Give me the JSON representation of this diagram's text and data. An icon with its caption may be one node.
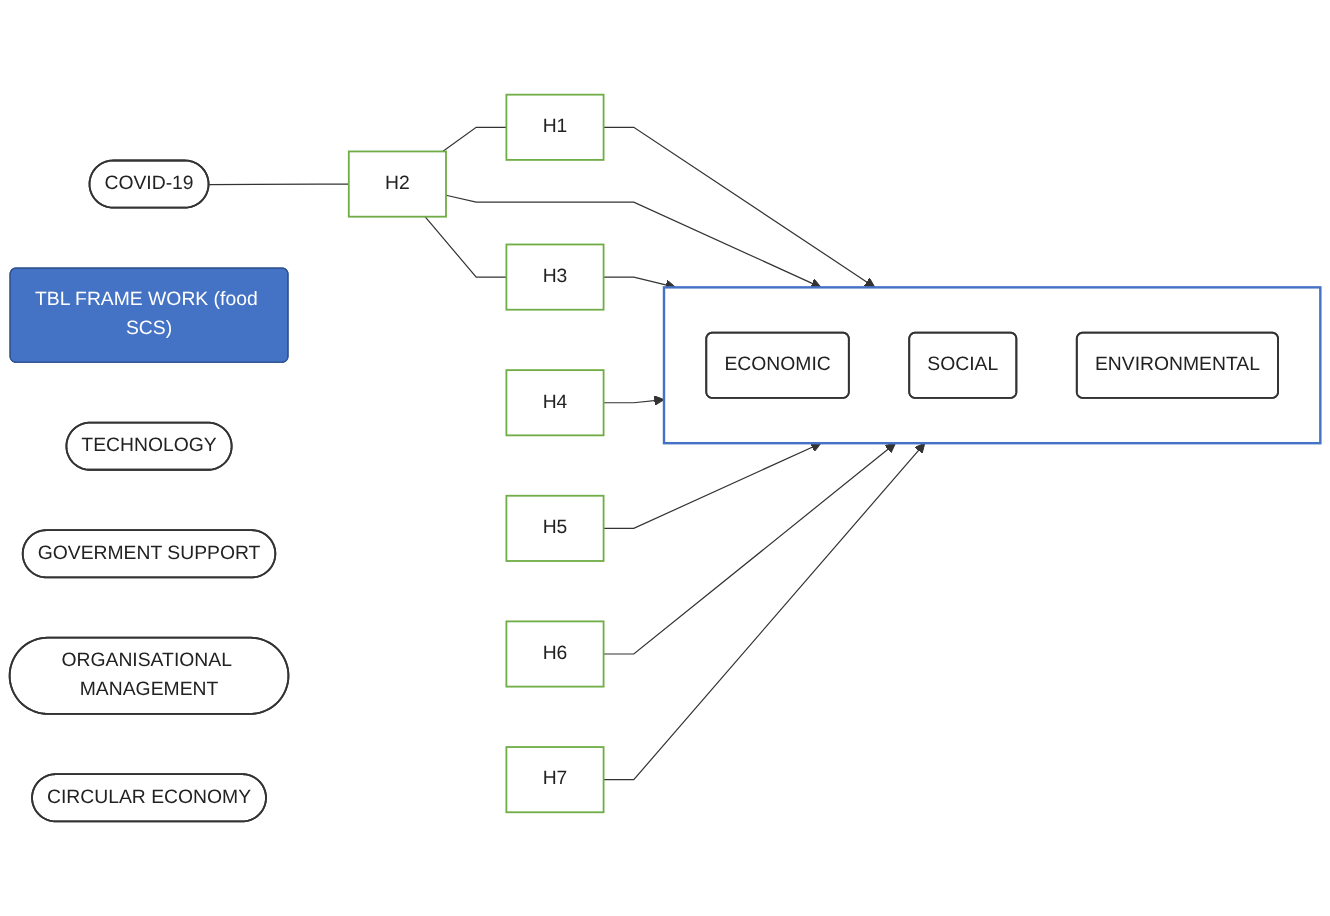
{
  "diagram": {
    "nodes": [
      {
        "text": [
          "COVID-19"
        ]
      },
      {
        "text": [
          "H1"
        ]
      },
      {
        "text": [
          "H2"
        ]
      },
      {
        "text": [
          "H3"
        ]
      },
      {
        "text": [
          "TBL FRAME WORK (food SCS)"
        ]
      },
      {
        "text": [],
        "shape": "box"
      },
      {
        "text": [
          "ECONOMIC"
        ],
        "in": 5
      },
      {
        "text": [
          "SOCIAL"
        ],
        "in": 5
      },
      {
        "text": [
          "ENVIRONMENTAL"
        ],
        "in": 5
      },
      {
        "text": [
          "H4"
        ]
      },
      {
        "text": [
          "TECHNOLOGY"
        ]
      },
      {
        "text": [
          "H5"
        ]
      },
      {
        "text": [
          "GOVERMENT SUPPORT"
        ]
      },
      {
        "text": [
          "H6"
        ]
      },
      {
        "text": [
          "ORGANISATIONAL MANAGEMENT"
        ]
      },
      {
        "text": [
          "H7"
        ]
      },
      {
        "text": [
          "CIRCULAR ECONOMY"
        ]
      }
    ],
    "edges": [
      {
        "from": 0,
        "to": 2,
        "arrow": "none"
      },
      {
        "from": 2,
        "to": 1,
        "arrow": "none"
      },
      {
        "from": 2,
        "to": 3,
        "arrow": "none"
      },
      {
        "from": 1,
        "to": 5,
        "arrow": "to"
      },
      {
        "from": 2,
        "to": 5,
        "arrow": "to"
      },
      {
        "from": 3,
        "to": 5,
        "arrow": "to"
      },
      {
        "from": 9,
        "to": 5,
        "arrow": "to"
      },
      {
        "from": 11,
        "to": 5,
        "arrow": "to"
      },
      {
        "from": 13,
        "to": 5,
        "arrow": "to"
      },
      {
        "from": 15,
        "to": 5,
        "arrow": "to"
      }
    ]
  }
}
